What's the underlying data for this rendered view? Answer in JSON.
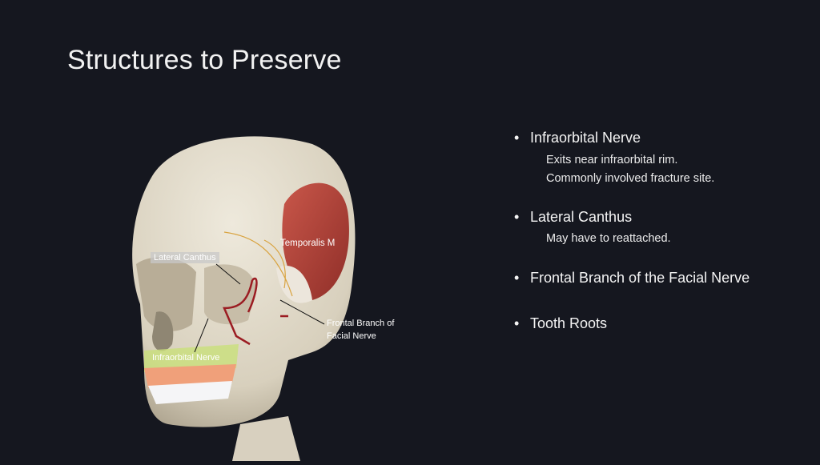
{
  "title": "Structures to Preserve",
  "figure_labels": {
    "temporalis": "Temporalis M",
    "lateral_canthus": "Lateral Canthus",
    "frontal_branch_line1": "Frontal Branch of",
    "frontal_branch_line2": "Facial Nerve",
    "infraorbital": "Infraorbital Nerve"
  },
  "bullets": [
    {
      "label": "Infraorbital Nerve",
      "subs": [
        "Exits near infraorbital rim.",
        "Commonly involved fracture site."
      ]
    },
    {
      "label": "Lateral Canthus",
      "subs": [
        "May have to reattached."
      ]
    },
    {
      "label": "Frontal Branch of the Facial Nerve",
      "subs": []
    },
    {
      "label": "Tooth Roots",
      "subs": []
    }
  ],
  "colors": {
    "background": "#15171f",
    "bone": "#e2dccd",
    "muscle": "#b8463c",
    "nerve_red": "#9b1c22",
    "nerve_yellow": "#d9a441"
  }
}
